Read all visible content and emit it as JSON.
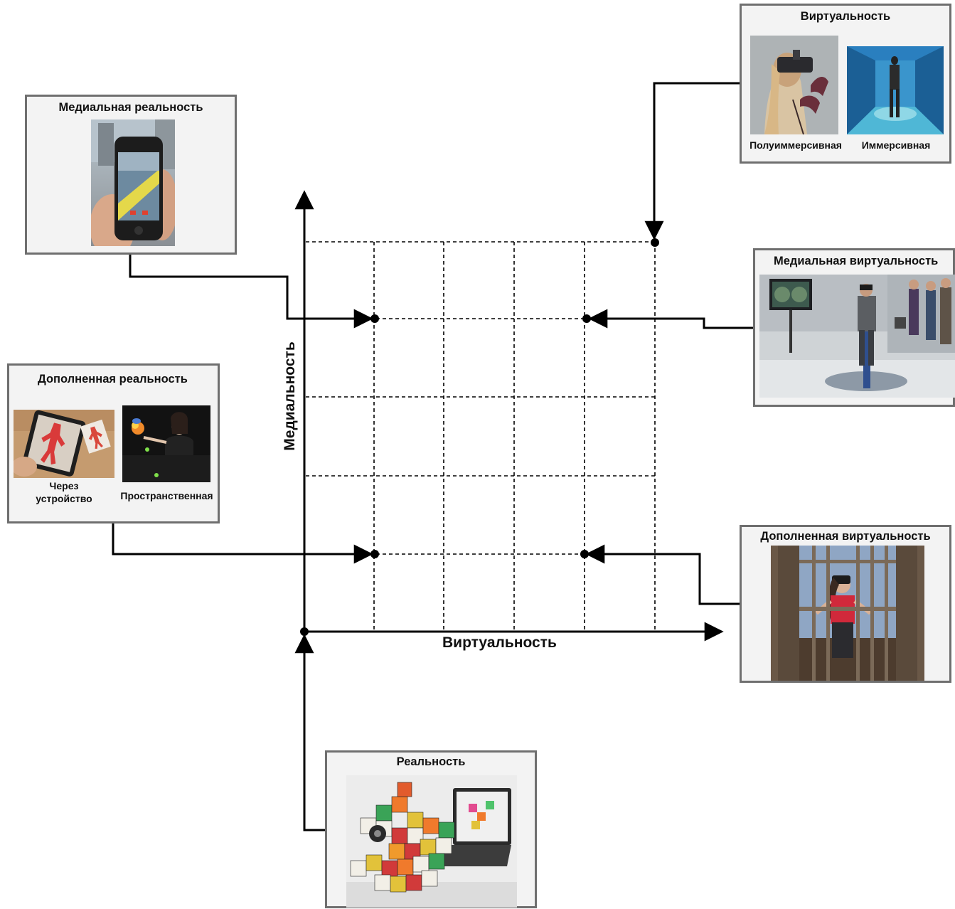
{
  "axes": {
    "x_label": "Виртуальность",
    "y_label": "Медиальность"
  },
  "boxes": {
    "mediated_reality": {
      "title": "Медиальная реальность",
      "image": "phone-ar-street-photo"
    },
    "virtuality": {
      "title": "Виртуальность",
      "captions": [
        "Полуиммерсивная",
        "Иммерсивная"
      ],
      "images": [
        "vr-headset-woman-photo",
        "cave-room-photo"
      ]
    },
    "mediated_virtuality": {
      "title": "Медиальная виртуальность",
      "image": "vr-treadmill-lab-photo"
    },
    "augmented_reality": {
      "title": "Дополненная реальность",
      "captions": [
        "Через\nустройство",
        "Пространственная"
      ],
      "images": [
        "tablet-ar-photo",
        "spatial-ar-photo"
      ]
    },
    "augmented_virtuality": {
      "title": "Дополненная виртуальность",
      "image": "cage-vr-photo"
    },
    "reality": {
      "title": "Реальность",
      "image": "robot-cubes-laptop-photo"
    }
  },
  "colors": {
    "box_border": "#6f6f6f",
    "box_fill": "#f3f3f3",
    "line": "#000000"
  }
}
